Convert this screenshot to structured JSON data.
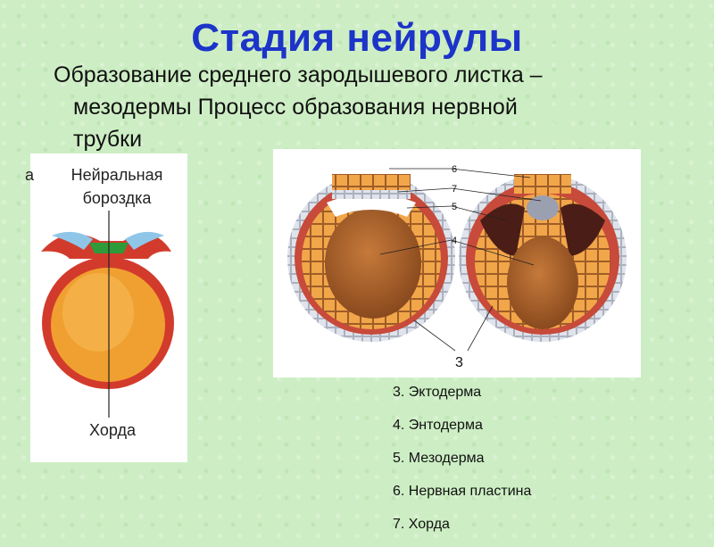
{
  "title": "Стадия нейрулы",
  "subtitle": {
    "line1": "Образование среднего зародышевого листка –",
    "line2": "мезодермы  Процесс образования нервной",
    "line3": "трубки"
  },
  "left_diagram": {
    "cut_label": "а",
    "label_groove_1": "Нейральная",
    "label_groove_2": "бороздка",
    "label_chorda": "Хорда"
  },
  "right_diagram": {
    "num_6": "6",
    "num_7": "7",
    "num_5": "5",
    "num_4": "4",
    "num_3": "3"
  },
  "legend": [
    "3. Эктодерма",
    "4. Энтодерма",
    "5. Мезодерма",
    "6. Нервная пластина",
    "7. Хорда"
  ],
  "colors": {
    "title": "#1c34c8",
    "background": "#cdeec4",
    "ectoderm": "#d23b2c",
    "yolk": "#f0a030",
    "neural_plate": "#2e9a3a"
  }
}
